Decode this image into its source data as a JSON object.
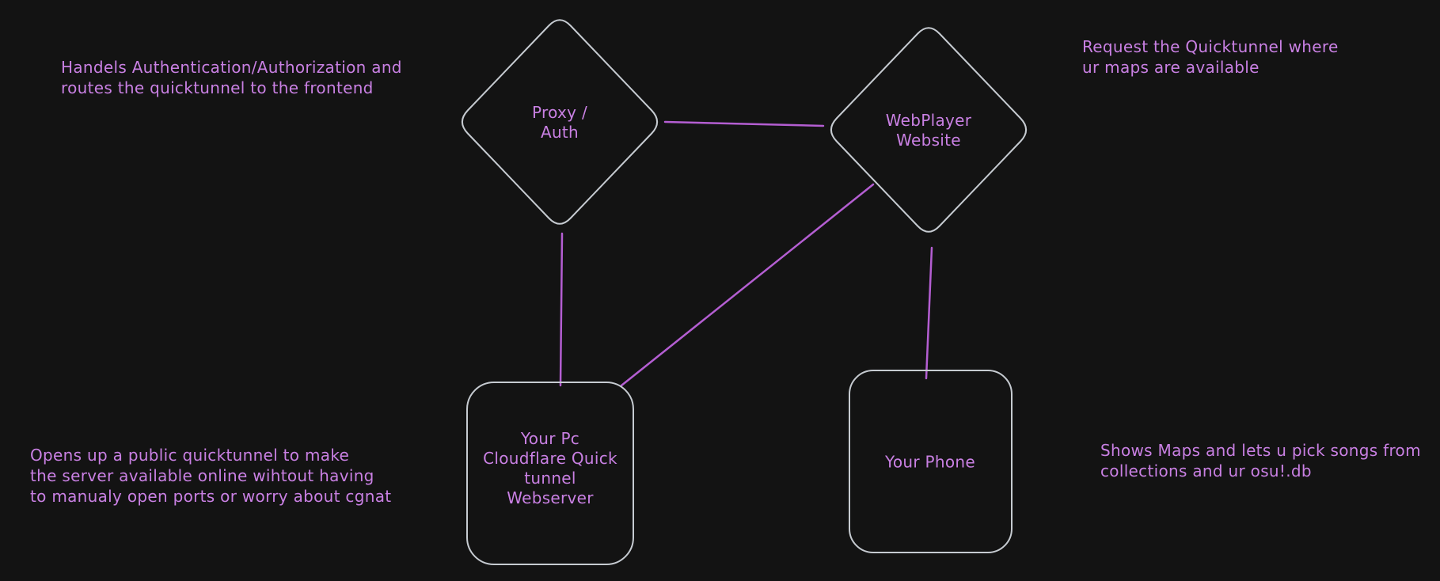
{
  "colors": {
    "background": "#131313",
    "shape_stroke": "#c6cbd1",
    "connector": "#b45ed2",
    "text": "#c980e3"
  },
  "nodes": {
    "proxy_auth": {
      "label": "Proxy /\nAuth",
      "shape": "diamond"
    },
    "webplayer": {
      "label": "WebPlayer\nWebsite",
      "shape": "diamond"
    },
    "pc_webserver": {
      "label": "Your Pc\nCloudflare Quick\ntunnel\nWebserver",
      "shape": "rounded-rectangle"
    },
    "phone": {
      "label": "Your Phone",
      "shape": "rounded-rectangle"
    }
  },
  "annotations": {
    "top_left": "Handels Authentication/Authorization and\nroutes the quicktunnel to the frontend",
    "top_right": "Request the Quicktunnel where\nur maps are available",
    "bottom_left": "Opens up a public quicktunnel to make\nthe server available online wihtout having\nto manualy open ports or worry about cgnat",
    "bottom_right": "Shows Maps and lets u pick songs from\ncollections and ur osu!.db"
  }
}
